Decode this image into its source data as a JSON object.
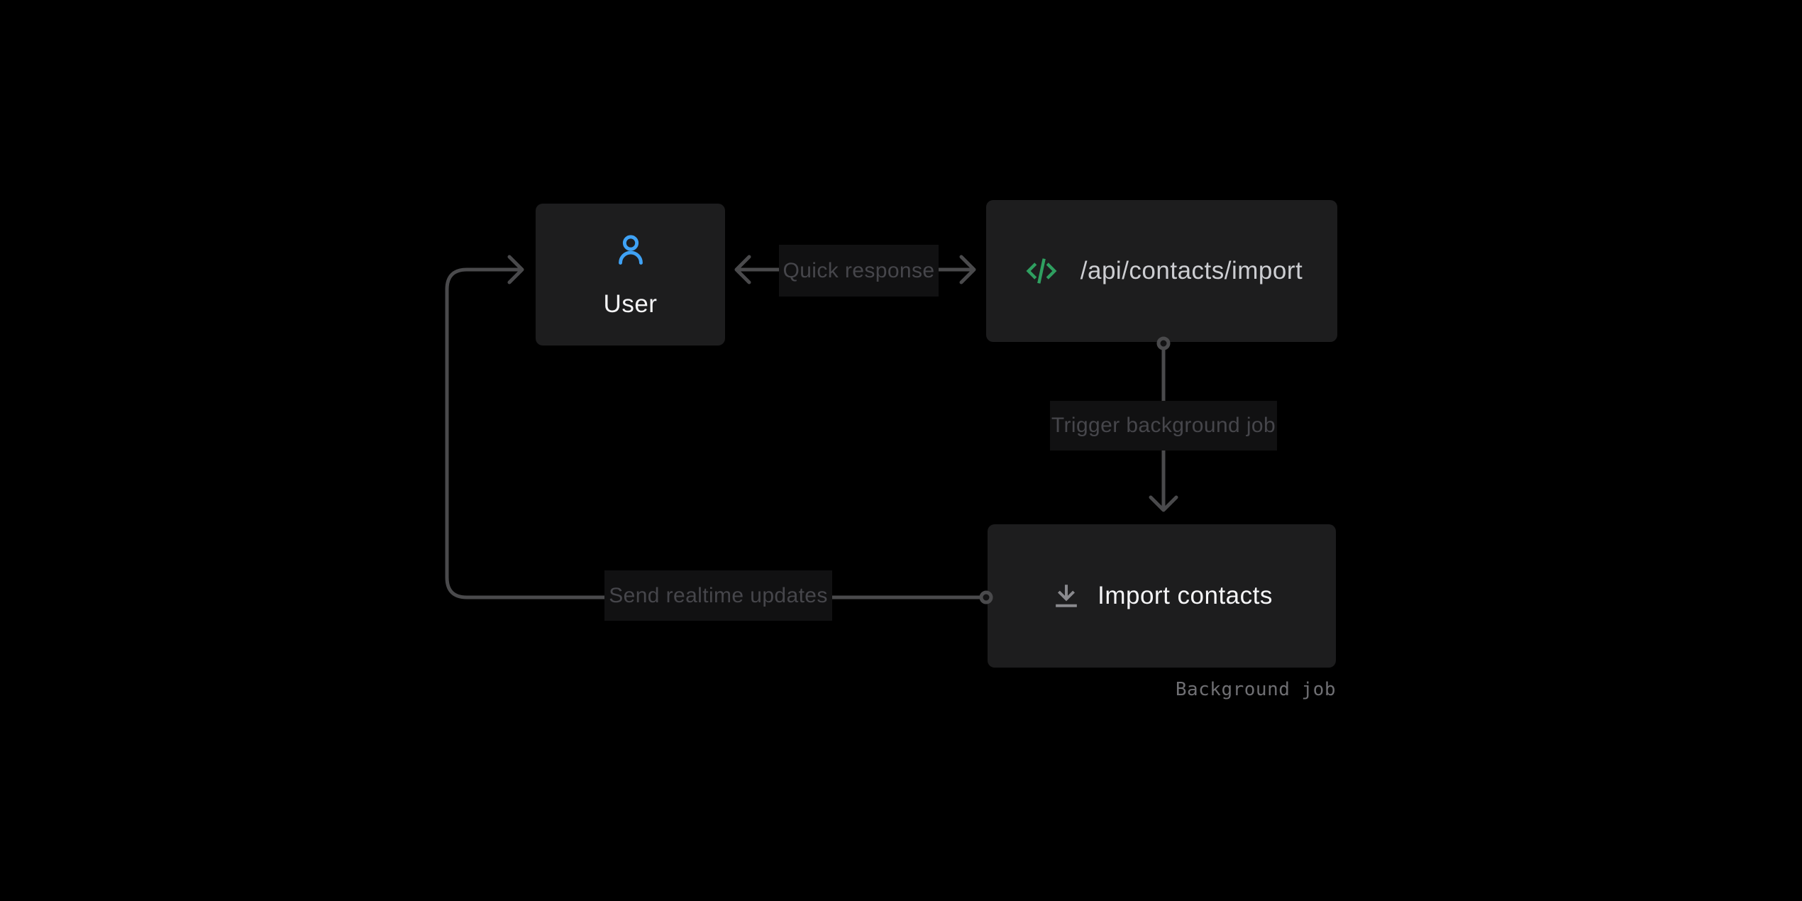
{
  "diagram": {
    "nodes": {
      "user": {
        "label": "User",
        "icon": "user-icon"
      },
      "api": {
        "label": "/api/contacts/import",
        "icon": "code-icon"
      },
      "import_job": {
        "label": "Import contacts",
        "icon": "download-icon",
        "caption": "Background job"
      }
    },
    "edges": {
      "quick_response": {
        "label": "Quick response",
        "from": "api",
        "to": "user",
        "direction": "bidirectional"
      },
      "trigger_job": {
        "label": "Trigger background job",
        "from": "api",
        "to": "import_job",
        "direction": "down"
      },
      "send_updates": {
        "label": "Send realtime updates",
        "from": "import_job",
        "to": "user",
        "direction": "left-up"
      }
    }
  },
  "colors": {
    "background": "#000000",
    "node_bg": "#1d1d1e",
    "node_text": "#f5f5f7",
    "api_text": "#cdced2",
    "edge_label_bg": "#111112",
    "edge_label_text": "#46464b",
    "line": "#4a4a4c",
    "user_icon_blue": "#3fa2f5",
    "code_icon_green": "#2f9f60",
    "download_icon_gray": "#8a8a8e",
    "caption_text": "#6f6f73"
  }
}
